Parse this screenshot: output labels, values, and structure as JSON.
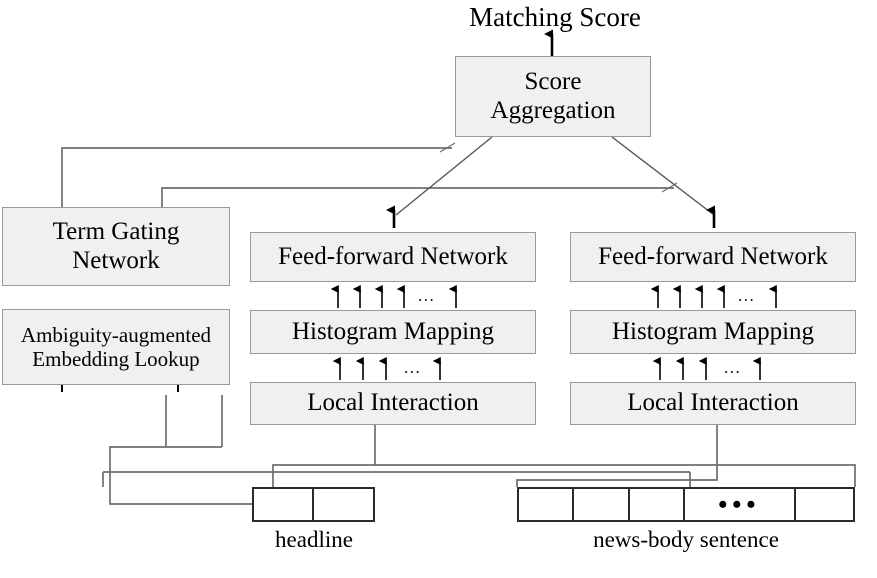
{
  "figure": {
    "title": "Matching Score",
    "kind": "neural-network-architecture-diagram"
  },
  "nodes": {
    "score_aggregation": "Score\nAggregation",
    "term_gating_network": "Term Gating\nNetwork",
    "embedding_lookup": "Ambiguity-augmented\nEmbedding Lookup",
    "ffn_left": "Feed-forward Network",
    "ffn_right": "Feed-forward Network",
    "histogram_left": "Histogram Mapping",
    "histogram_right": "Histogram Mapping",
    "local_left": "Local Interaction",
    "local_right": "Local Interaction"
  },
  "ellipsis": {
    "ffn_in_left": "...",
    "ffn_in_right": "...",
    "hist_in_left": "...",
    "hist_in_right": "...",
    "news_cell": "•••"
  },
  "inputs": {
    "headline": {
      "caption": "headline",
      "cells": [
        "",
        ""
      ]
    },
    "news_body": {
      "caption": "news-body sentence",
      "cells": [
        "",
        "",
        "",
        "•••",
        ""
      ]
    }
  },
  "colors": {
    "box_fill": "#f0f0f0",
    "box_border": "#9a9a9a",
    "token_border": "#2b2b2b",
    "connector": "#6e6e6e",
    "arrow": "#000000",
    "background": "#ffffff"
  }
}
